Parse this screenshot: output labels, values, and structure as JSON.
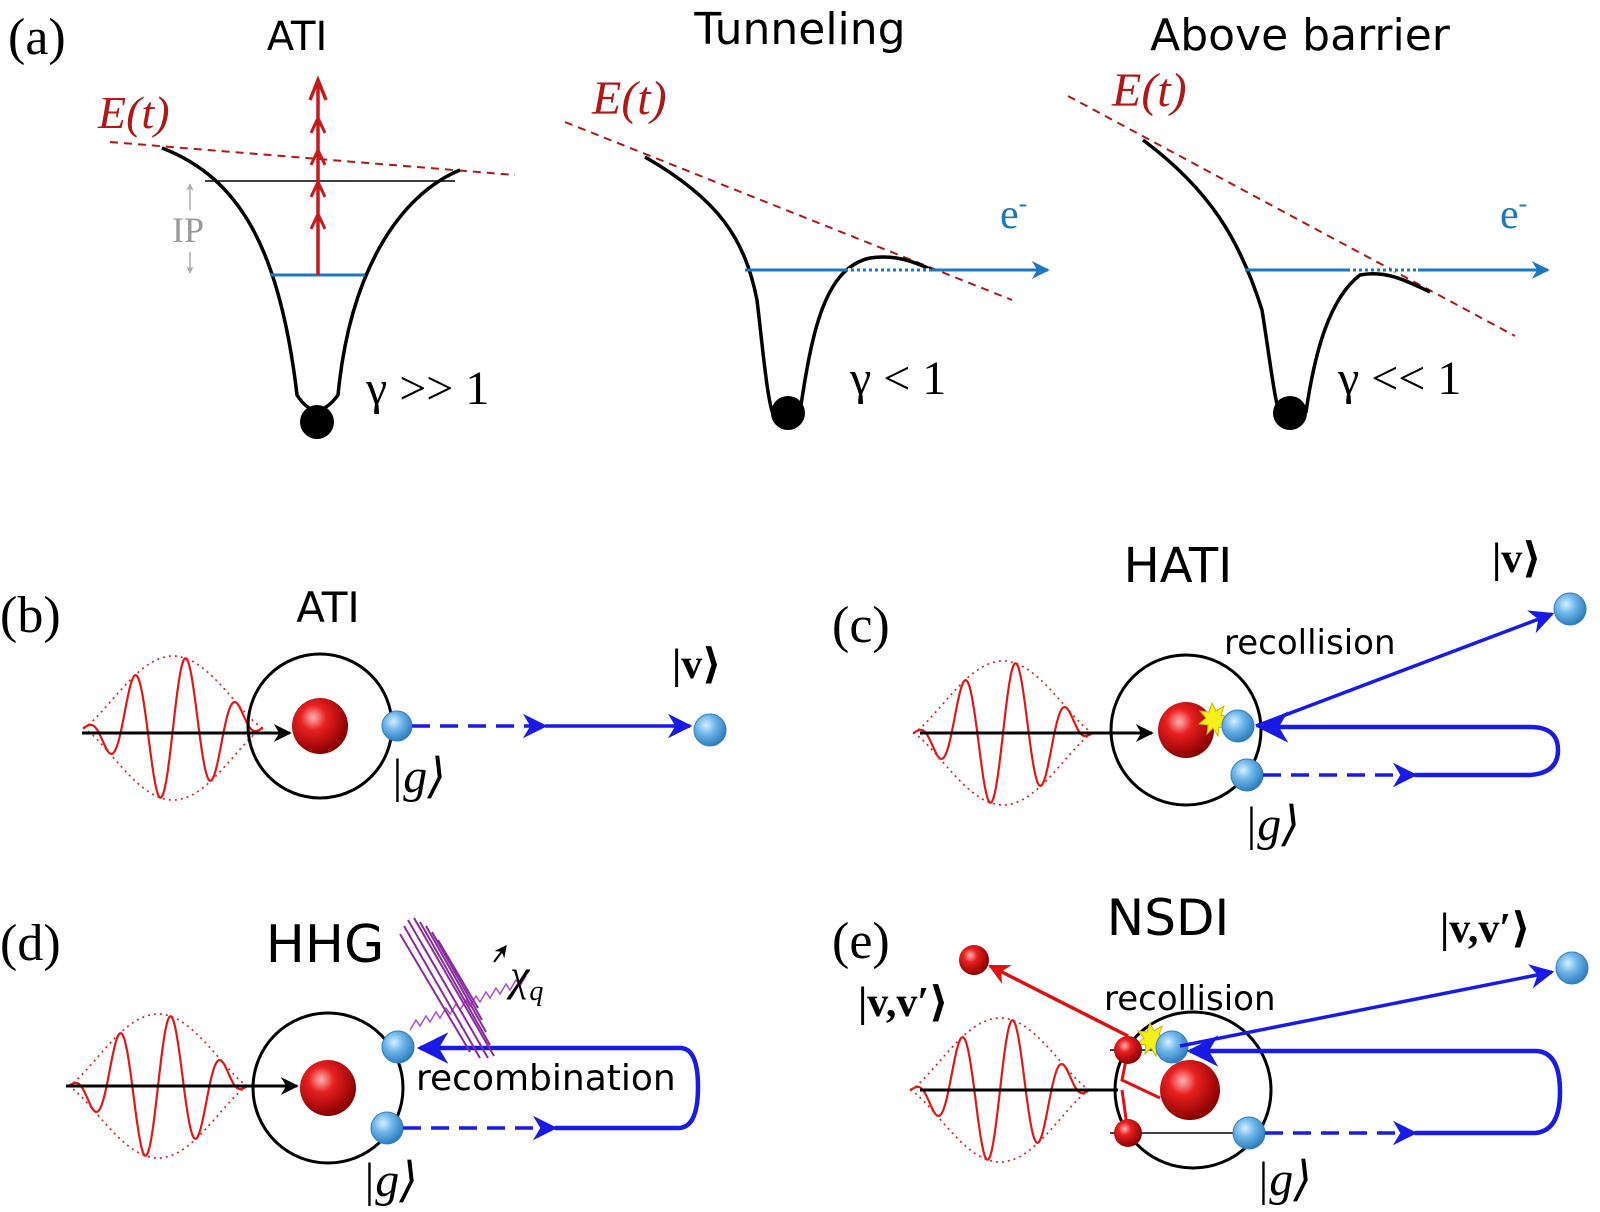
{
  "panel_a": {
    "label": "(a)",
    "ati": {
      "title": "ATI",
      "field_label": "E(t)",
      "ip_label": "IP",
      "gamma_label": "γ >> 1"
    },
    "tunneling": {
      "title": "Tunneling",
      "field_label": "E(t)",
      "electron_label": "e",
      "electron_sup": "-",
      "gamma_label": "γ < 1"
    },
    "above_barrier": {
      "title": "Above barrier",
      "field_label": "E(t)",
      "electron_label": "e",
      "electron_sup": "-",
      "gamma_label": "γ << 1"
    }
  },
  "panel_b": {
    "label": "(b)",
    "title": "ATI",
    "ket_out": "|v⟩",
    "ket_g": "|g⟩"
  },
  "panel_c": {
    "label": "(c)",
    "title": "HATI",
    "ket_out": "|v⟩",
    "recollision": "recollision",
    "ket_g": "|g⟩"
  },
  "panel_d": {
    "label": "(d)",
    "title": "HHG",
    "photon": "χ",
    "photon_sub": "q",
    "recombination": "recombination",
    "ket_g": "|g⟩"
  },
  "panel_e": {
    "label": "(e)",
    "title": "NSDI",
    "ket_out_right": "|v,v′⟩",
    "ket_out_left": "|v,v′⟩",
    "recollision": "recollision",
    "ket_g": "|g⟩"
  },
  "colors": {
    "field": "#b01717",
    "potential": "#000000",
    "level": "#1a78c2",
    "trajectory": "#1a1ae6",
    "nucleus": "#d11010",
    "electron": "#5aa8e0",
    "photon": "#8a2aa0",
    "label_grey": "#9a9a9a"
  }
}
